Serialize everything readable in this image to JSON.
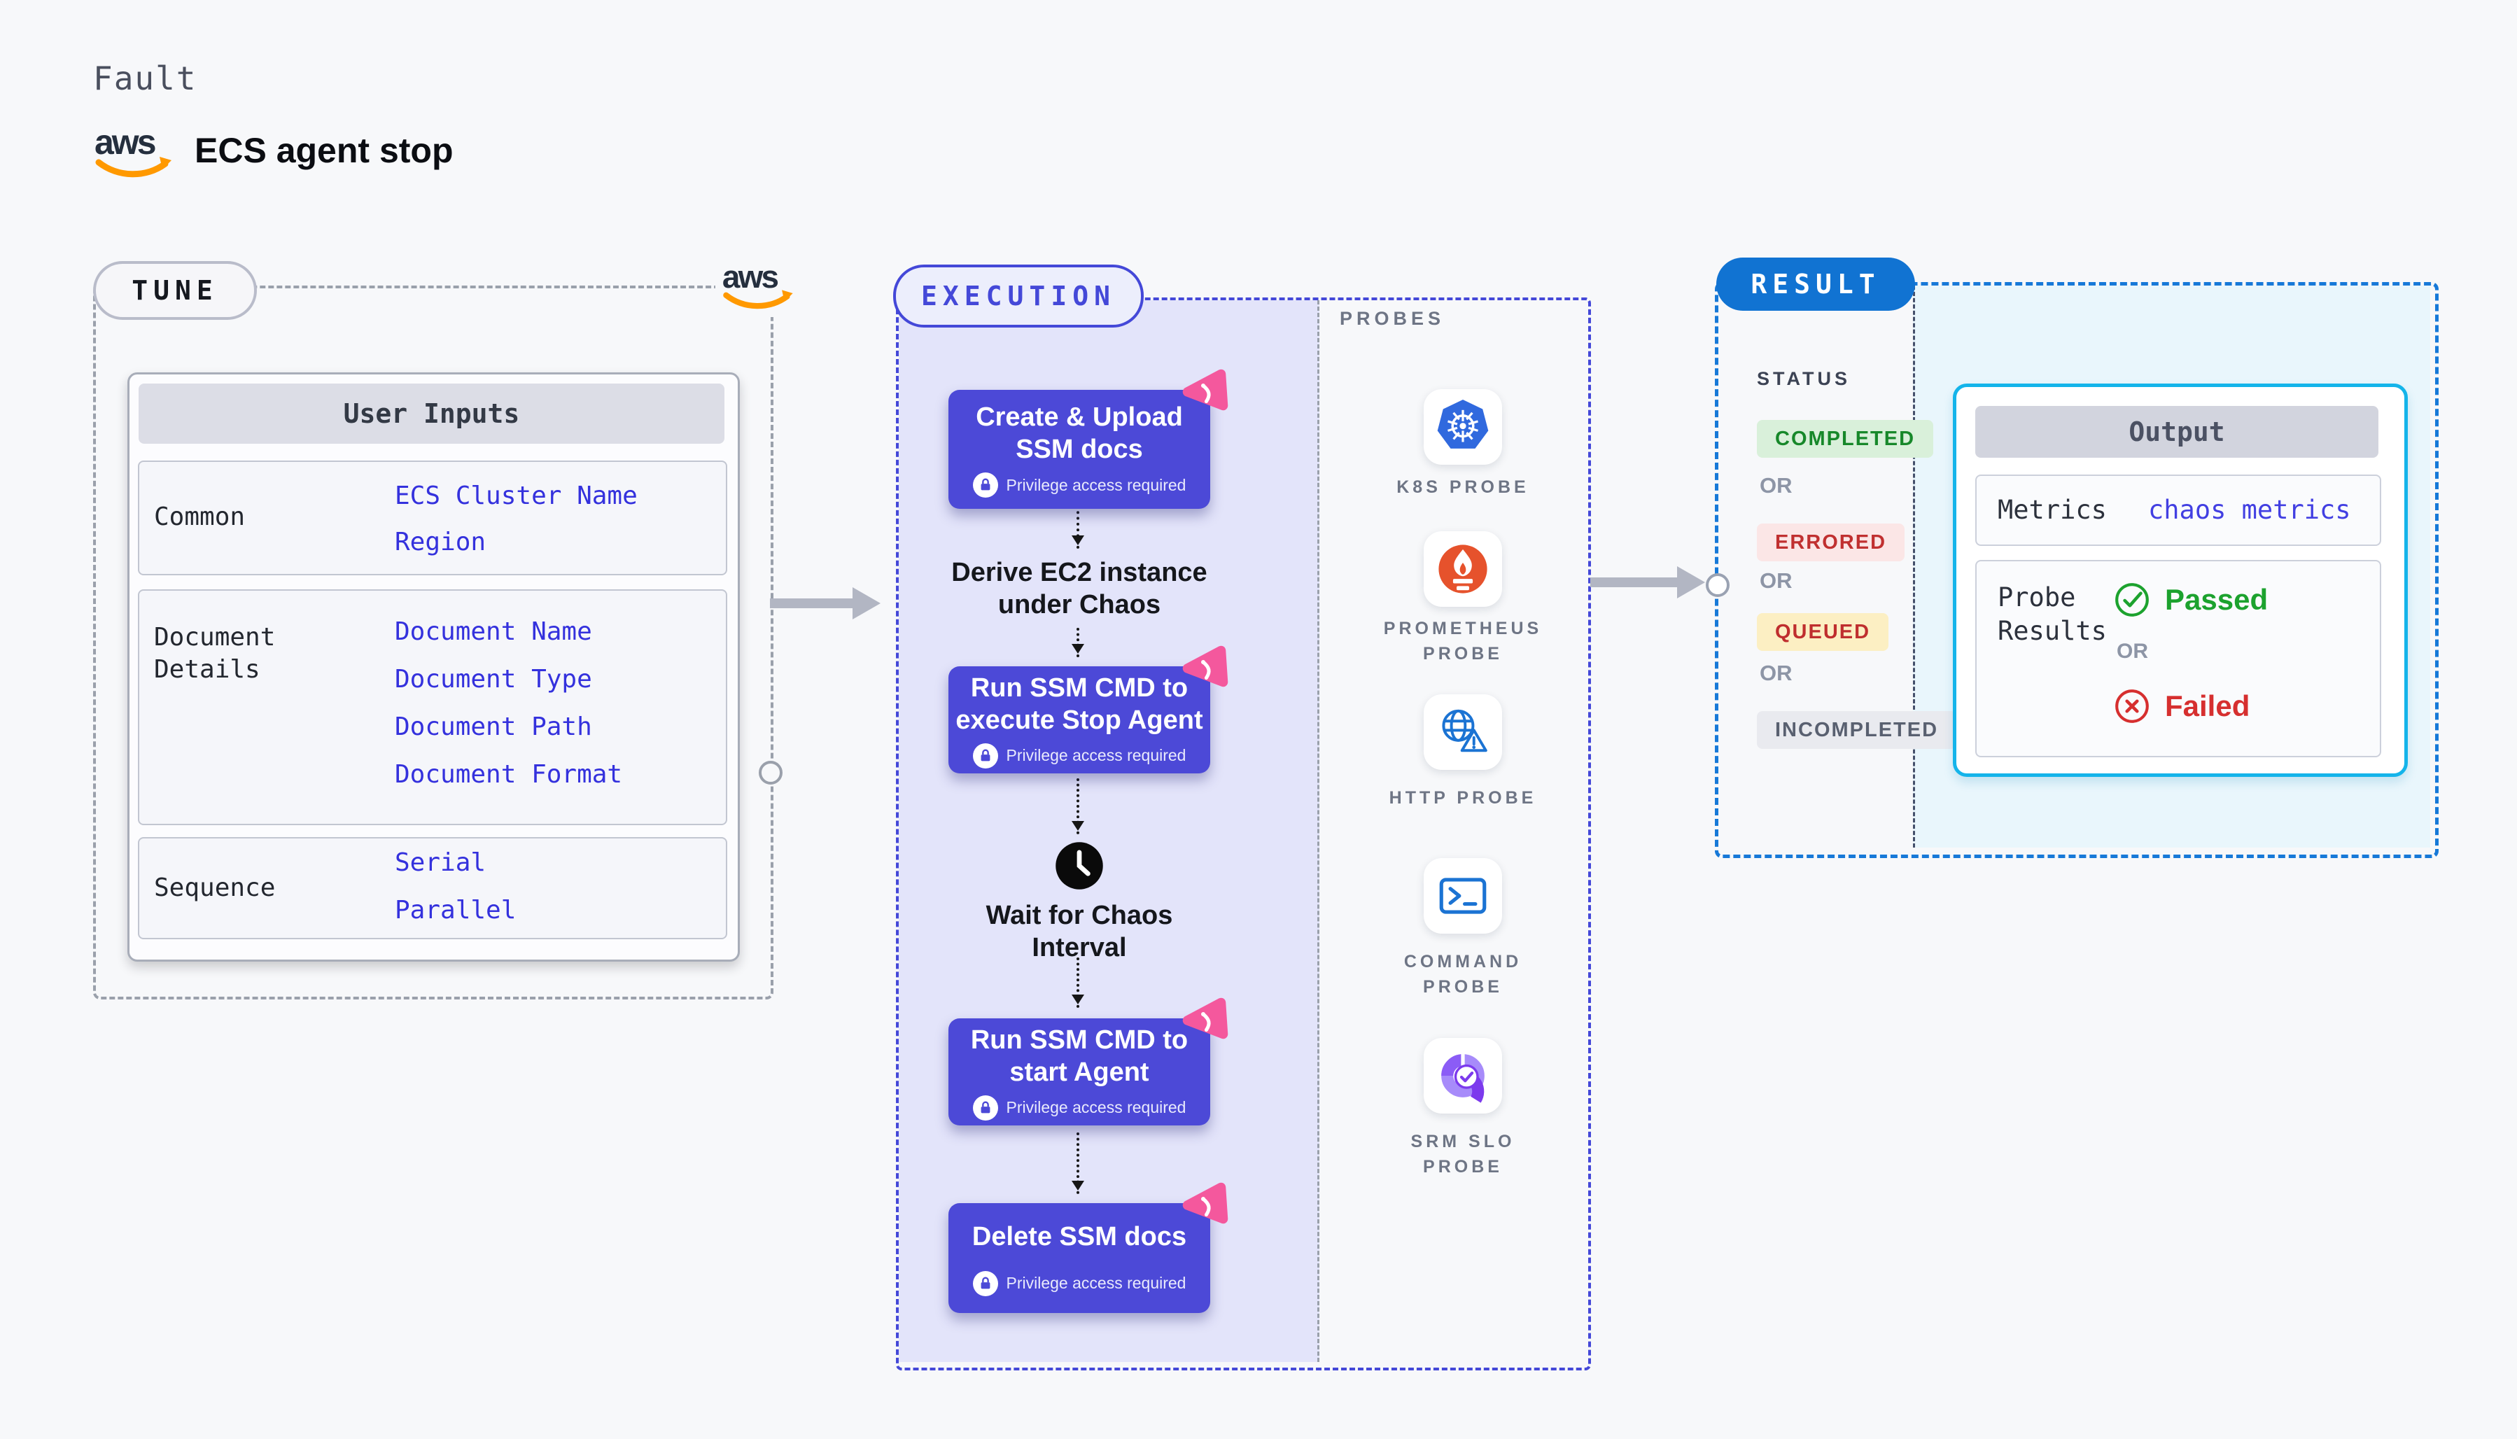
{
  "page": {
    "label": "Fault",
    "title": "ECS agent stop"
  },
  "aws_logo_text": "aws",
  "tune": {
    "pill": "TUNE",
    "card_header": "User Inputs",
    "rows": [
      {
        "label": "Common",
        "links": [
          "ECS Cluster Name",
          "Region"
        ]
      },
      {
        "label": "Document\nDetails",
        "links": [
          "Document Name",
          "Document Type",
          "Document Path",
          "Document Format"
        ]
      },
      {
        "label": "Sequence",
        "links": [
          "Serial",
          "Parallel"
        ]
      }
    ]
  },
  "execution": {
    "pill": "EXECUTION",
    "nodes": [
      {
        "title": "Create & Upload\nSSM docs",
        "privilege": "Privilege access required"
      },
      {
        "title": "Run SSM CMD to\nexecute Stop Agent",
        "privilege": "Privilege access required"
      },
      {
        "title": "Run SSM CMD to\nstart Agent",
        "privilege": "Privilege access required"
      },
      {
        "title": "Delete SSM docs",
        "privilege": "Privilege access required"
      }
    ],
    "steps": {
      "derive": "Derive EC2 instance\nunder Chaos",
      "wait": "Wait for Chaos\nInterval"
    }
  },
  "probes": {
    "heading": "PROBES",
    "items": [
      {
        "label": "K8S PROBE",
        "icon": "kubernetes-icon"
      },
      {
        "label": "PROMETHEUS\nPROBE",
        "icon": "prometheus-icon"
      },
      {
        "label": "HTTP PROBE",
        "icon": "http-globe-icon"
      },
      {
        "label": "COMMAND\nPROBE",
        "icon": "terminal-icon"
      },
      {
        "label": "SRM SLO\nPROBE",
        "icon": "slo-donut-icon"
      }
    ]
  },
  "result": {
    "pill": "RESULT",
    "status_heading": "STATUS",
    "or": "OR",
    "badges": [
      {
        "label": "COMPLETED",
        "bg": "#d9f0da",
        "color": "#17882a"
      },
      {
        "label": "ERRORED",
        "bg": "#fbe6e6",
        "color": "#c03030"
      },
      {
        "label": "QUEUED",
        "bg": "#fcefc3",
        "color": "#bf2e2e"
      },
      {
        "label": "INCOMPLETED",
        "bg": "#e9eaef",
        "color": "#596070"
      }
    ],
    "output": {
      "header": "Output",
      "metrics_label": "Metrics",
      "metrics_value": "chaos metrics",
      "probe_results_label": "Probe\nResults",
      "passed": "Passed",
      "or": "OR",
      "failed": "Failed"
    }
  },
  "colors": {
    "page_bg": "#f7f8fa",
    "execution_accent": "#4448d8",
    "execution_zone_bg": "#e3e4fa",
    "node_bg": "#4c49d7",
    "result_accent": "#1173d2",
    "result_panel_bg": "#e9f6fc",
    "output_border": "#14b4ea",
    "link_color": "#3431dd",
    "aws_orange": "#ff9900",
    "litmus_pink": "#f4589d",
    "passed_green": "#1ca22e",
    "failed_red": "#d62f2f"
  }
}
